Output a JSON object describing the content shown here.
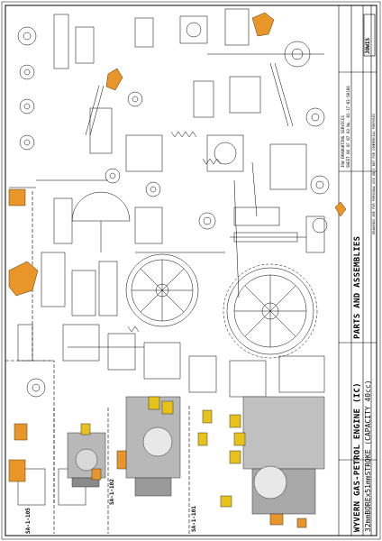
{
  "title_block": {
    "engine_title": "WYVERN GAS-PETROL ENGINE (IC)",
    "engine_specs": "32mmBOREx51mmSTROKE (CAPACITY 40cc)",
    "sheet_title": "PARTS AND ASSEMBLIES",
    "company": "JOWIS",
    "company_line": "JOW DRAUGHTING SERVICES",
    "drawing_number": "SHEET 06 OF 07 A3 No. 01-17-03-SH104",
    "personal_use_note": "DRAWINGS ARE FOR PERSONAL USE ONLY NOT FOR COMMERCIAL PURPOSES"
  },
  "assemblies": [
    {
      "label": "SA-1-101"
    },
    {
      "label": "SA-1-102"
    },
    {
      "label": "SA-1-105"
    }
  ],
  "colors": {
    "line": "#000000",
    "bronze": "#e8962a",
    "yellow": "#e6c21a",
    "steel": "#b8b8b8"
  }
}
